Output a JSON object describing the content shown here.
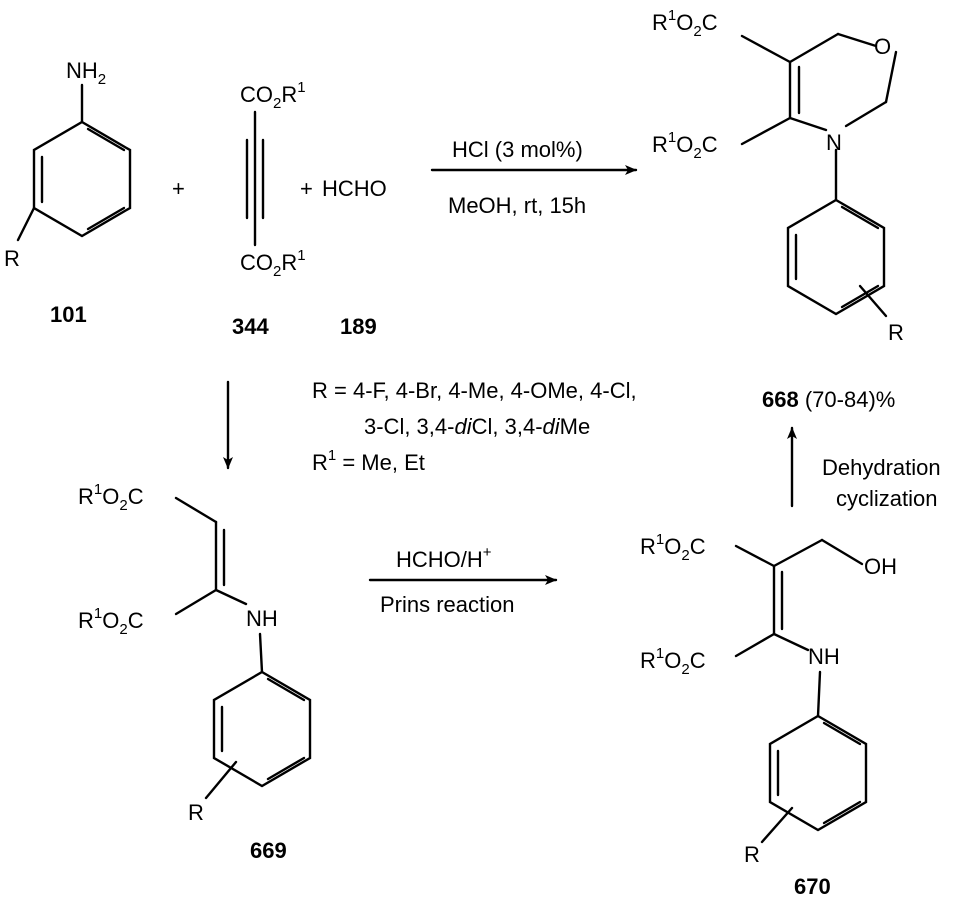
{
  "compounds": {
    "aniline": {
      "id": "101",
      "amine_group": "NH2",
      "substituent": "R"
    },
    "alkyne": {
      "id": "344",
      "ester_top": "CO2R1",
      "ester_bottom": "CO2R1"
    },
    "formaldehyde": {
      "id": "189",
      "formula": "HCHO"
    },
    "product": {
      "id": "668",
      "yield": "(70-84)%",
      "ester_top": "R1O2C",
      "ester_bottom": "R1O2C",
      "ring_O": "O",
      "ring_N": "N",
      "substituent": "R"
    },
    "enamine": {
      "id": "669",
      "ester_top": "R1O2C",
      "ester_bottom": "R1O2C",
      "nh": "NH",
      "substituent": "R"
    },
    "intermediate": {
      "id": "670",
      "ester_top": "R1O2C",
      "ester_bottom": "R1O2C",
      "oh": "OH",
      "nh": "NH",
      "substituent": "R"
    }
  },
  "operators": {
    "plus1": "+",
    "plus2": "+"
  },
  "main_arrow": {
    "above": "HCl (3 mol%)",
    "below": "MeOH, rt, 15h"
  },
  "prins_arrow": {
    "above": "HCHO/H+",
    "below": "Prins reaction"
  },
  "cyclization_arrow": {
    "line1": "Dehydration",
    "line2": "cyclization"
  },
  "substituents": {
    "r_line1": "R = 4-F, 4-Br, 4-Me, 4-OMe, 4-Cl,",
    "r_line2": "3-Cl, 3,4-diCl, 3,4-diMe",
    "r1_line": "R1 = Me, Et"
  }
}
